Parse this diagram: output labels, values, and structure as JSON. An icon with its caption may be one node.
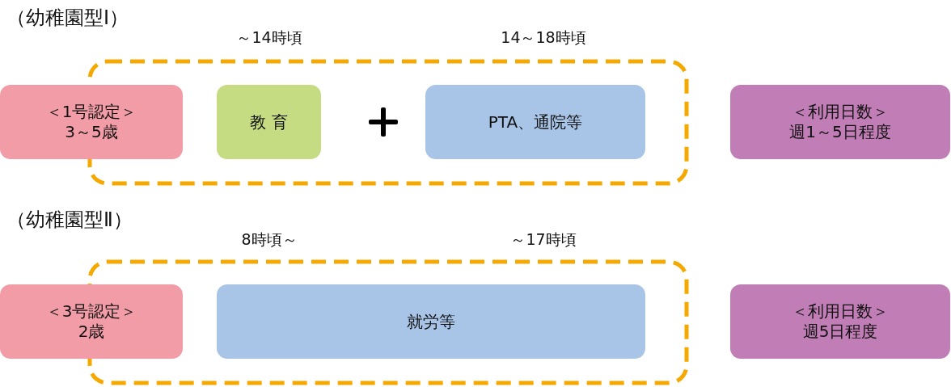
{
  "diagram": {
    "nodes": [
      {
        "text": [
          "＜1号認定＞",
          "3～5歳"
        ]
      },
      {
        "text": [],
        "shape": "box"
      },
      {
        "text": [
          "教 育"
        ],
        "in": 1
      },
      {
        "text": [
          "PTA、通院等"
        ],
        "in": 1
      },
      {
        "text": [
          "＜利用日数＞",
          "週1～5日程度"
        ]
      },
      {
        "text": [
          "＜3号認定＞",
          "2歳"
        ]
      },
      {
        "text": [],
        "shape": "box"
      },
      {
        "text": [
          "就労等"
        ],
        "in": 6
      },
      {
        "text": [
          "＜利用日数＞",
          "週5日程度"
        ]
      }
    ],
    "labels": [
      "（幼稚園型Ⅰ）",
      "～14時頃",
      "14～18時頃",
      "（幼稚園型Ⅱ）",
      "8時頃～",
      "～17時頃"
    ]
  }
}
